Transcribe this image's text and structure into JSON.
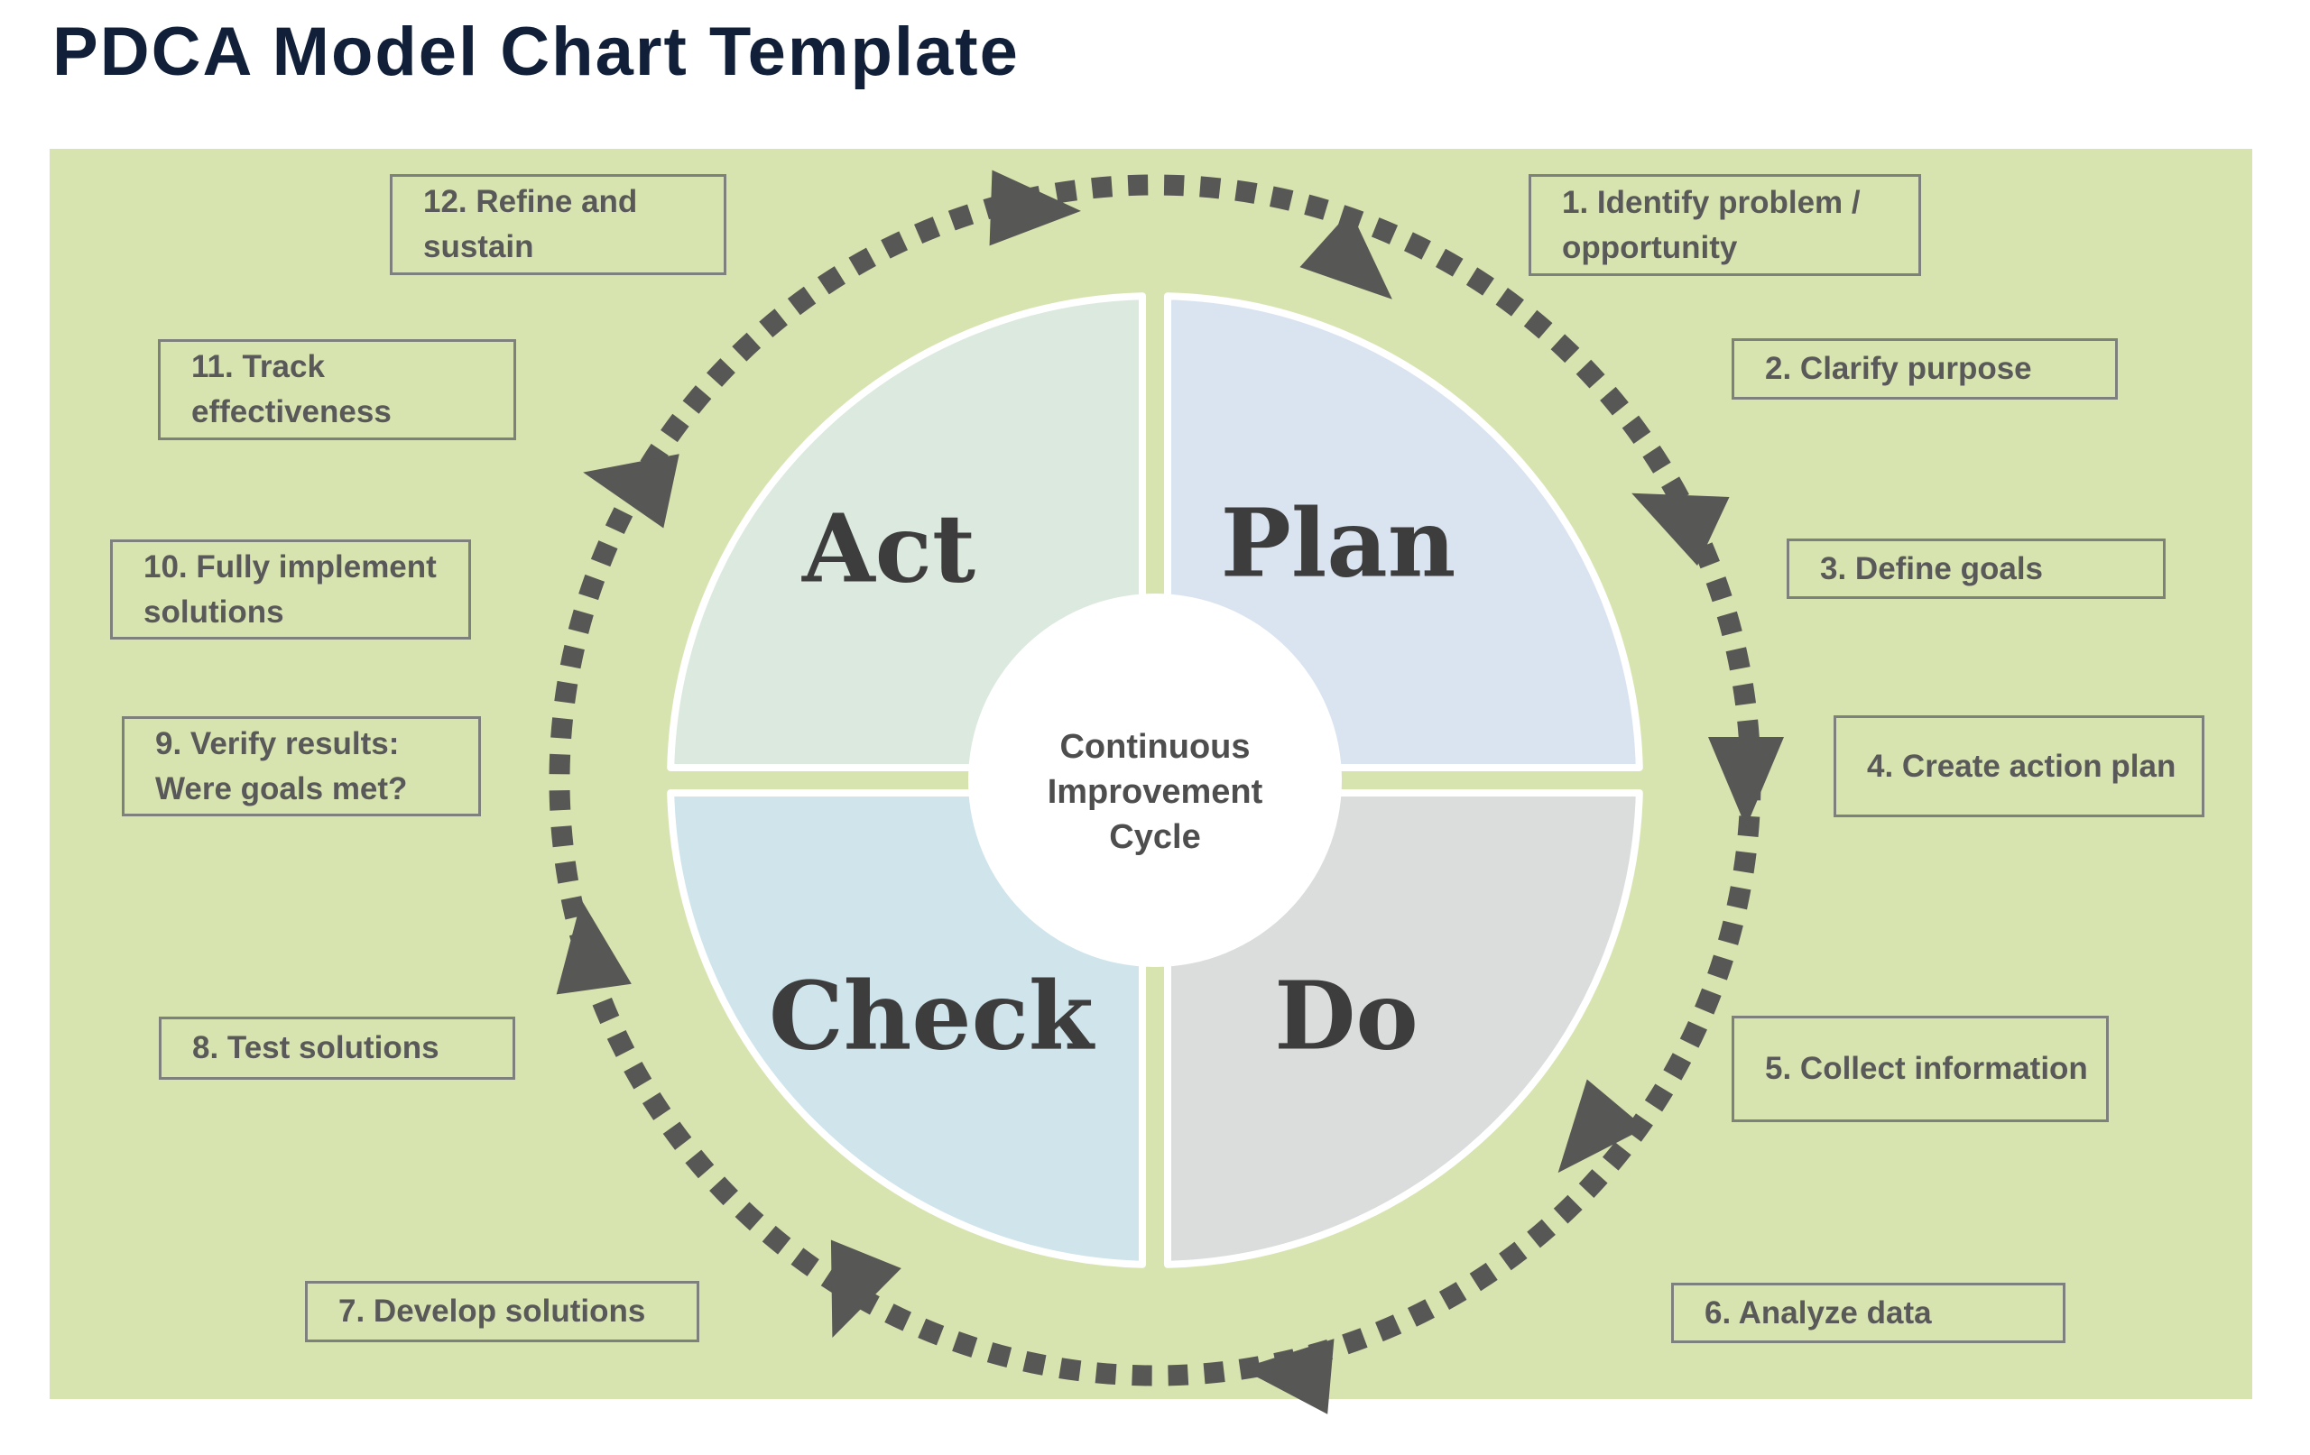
{
  "page": {
    "title": "PDCA Model Chart Template"
  },
  "diagram": {
    "center": {
      "lines": [
        "Continuous",
        "Improvement",
        "Cycle"
      ]
    },
    "quadrants": [
      {
        "key": "plan",
        "label": "Plan",
        "color": "#dae4f0"
      },
      {
        "key": "do",
        "label": "Do",
        "color": "#dbdcdc"
      },
      {
        "key": "check",
        "label": "Check",
        "color": "#cfe4eb"
      },
      {
        "key": "act",
        "label": "Act",
        "color": "#dbe9df"
      }
    ],
    "steps": [
      {
        "id": 1,
        "label": "1. Identify problem / opportunity"
      },
      {
        "id": 2,
        "label": "2. Clarify purpose"
      },
      {
        "id": 3,
        "label": "3. Define goals"
      },
      {
        "id": 4,
        "label": "4. Create action plan"
      },
      {
        "id": 5,
        "label": "5. Collect information"
      },
      {
        "id": 6,
        "label": "6. Analyze data"
      },
      {
        "id": 7,
        "label": "7. Develop solutions"
      },
      {
        "id": 8,
        "label": "8. Test solutions"
      },
      {
        "id": 9,
        "label": "9. Verify results: Were goals met?"
      },
      {
        "id": 10,
        "label": "10. Fully implement solutions"
      },
      {
        "id": 11,
        "label": "11. Track effectiveness"
      },
      {
        "id": 12,
        "label": "12. Refine and sustain"
      }
    ],
    "colors": {
      "panel": "#d8e4b0",
      "ring": "#575755",
      "arrow": "#575755",
      "white": "#ffffff",
      "step_text": "#595959",
      "step_border": "#7e817b",
      "quadrant_text": "#3d3d3d",
      "center_text": "#4e4e4e",
      "title": "#112038"
    }
  }
}
